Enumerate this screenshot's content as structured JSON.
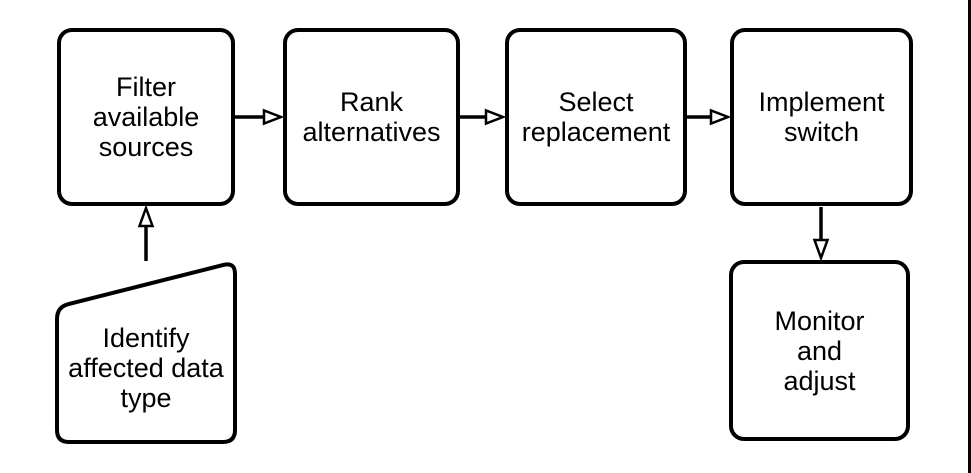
{
  "diagram": {
    "type": "flowchart",
    "background_color": "#ffffff",
    "stroke_color": "#000000",
    "nodes": [
      {
        "id": "identify",
        "shape": "card",
        "label": "Identify\naffected data\ntype"
      },
      {
        "id": "filter",
        "shape": "rounded-rectangle",
        "label": "Filter\navailable\nsources"
      },
      {
        "id": "rank",
        "shape": "rounded-rectangle",
        "label": "Rank\nalternatives"
      },
      {
        "id": "select",
        "shape": "rounded-rectangle",
        "label": "Select\nreplacement"
      },
      {
        "id": "implement",
        "shape": "rounded-rectangle",
        "label": "Implement\nswitch"
      },
      {
        "id": "monitor",
        "shape": "rounded-rectangle",
        "label": "Monitor\nand\nadjust"
      }
    ],
    "edges": [
      {
        "from": "identify",
        "to": "filter",
        "direction": "up"
      },
      {
        "from": "filter",
        "to": "rank",
        "direction": "right"
      },
      {
        "from": "rank",
        "to": "select",
        "direction": "right"
      },
      {
        "from": "select",
        "to": "implement",
        "direction": "right"
      },
      {
        "from": "implement",
        "to": "monitor",
        "direction": "down"
      }
    ]
  }
}
